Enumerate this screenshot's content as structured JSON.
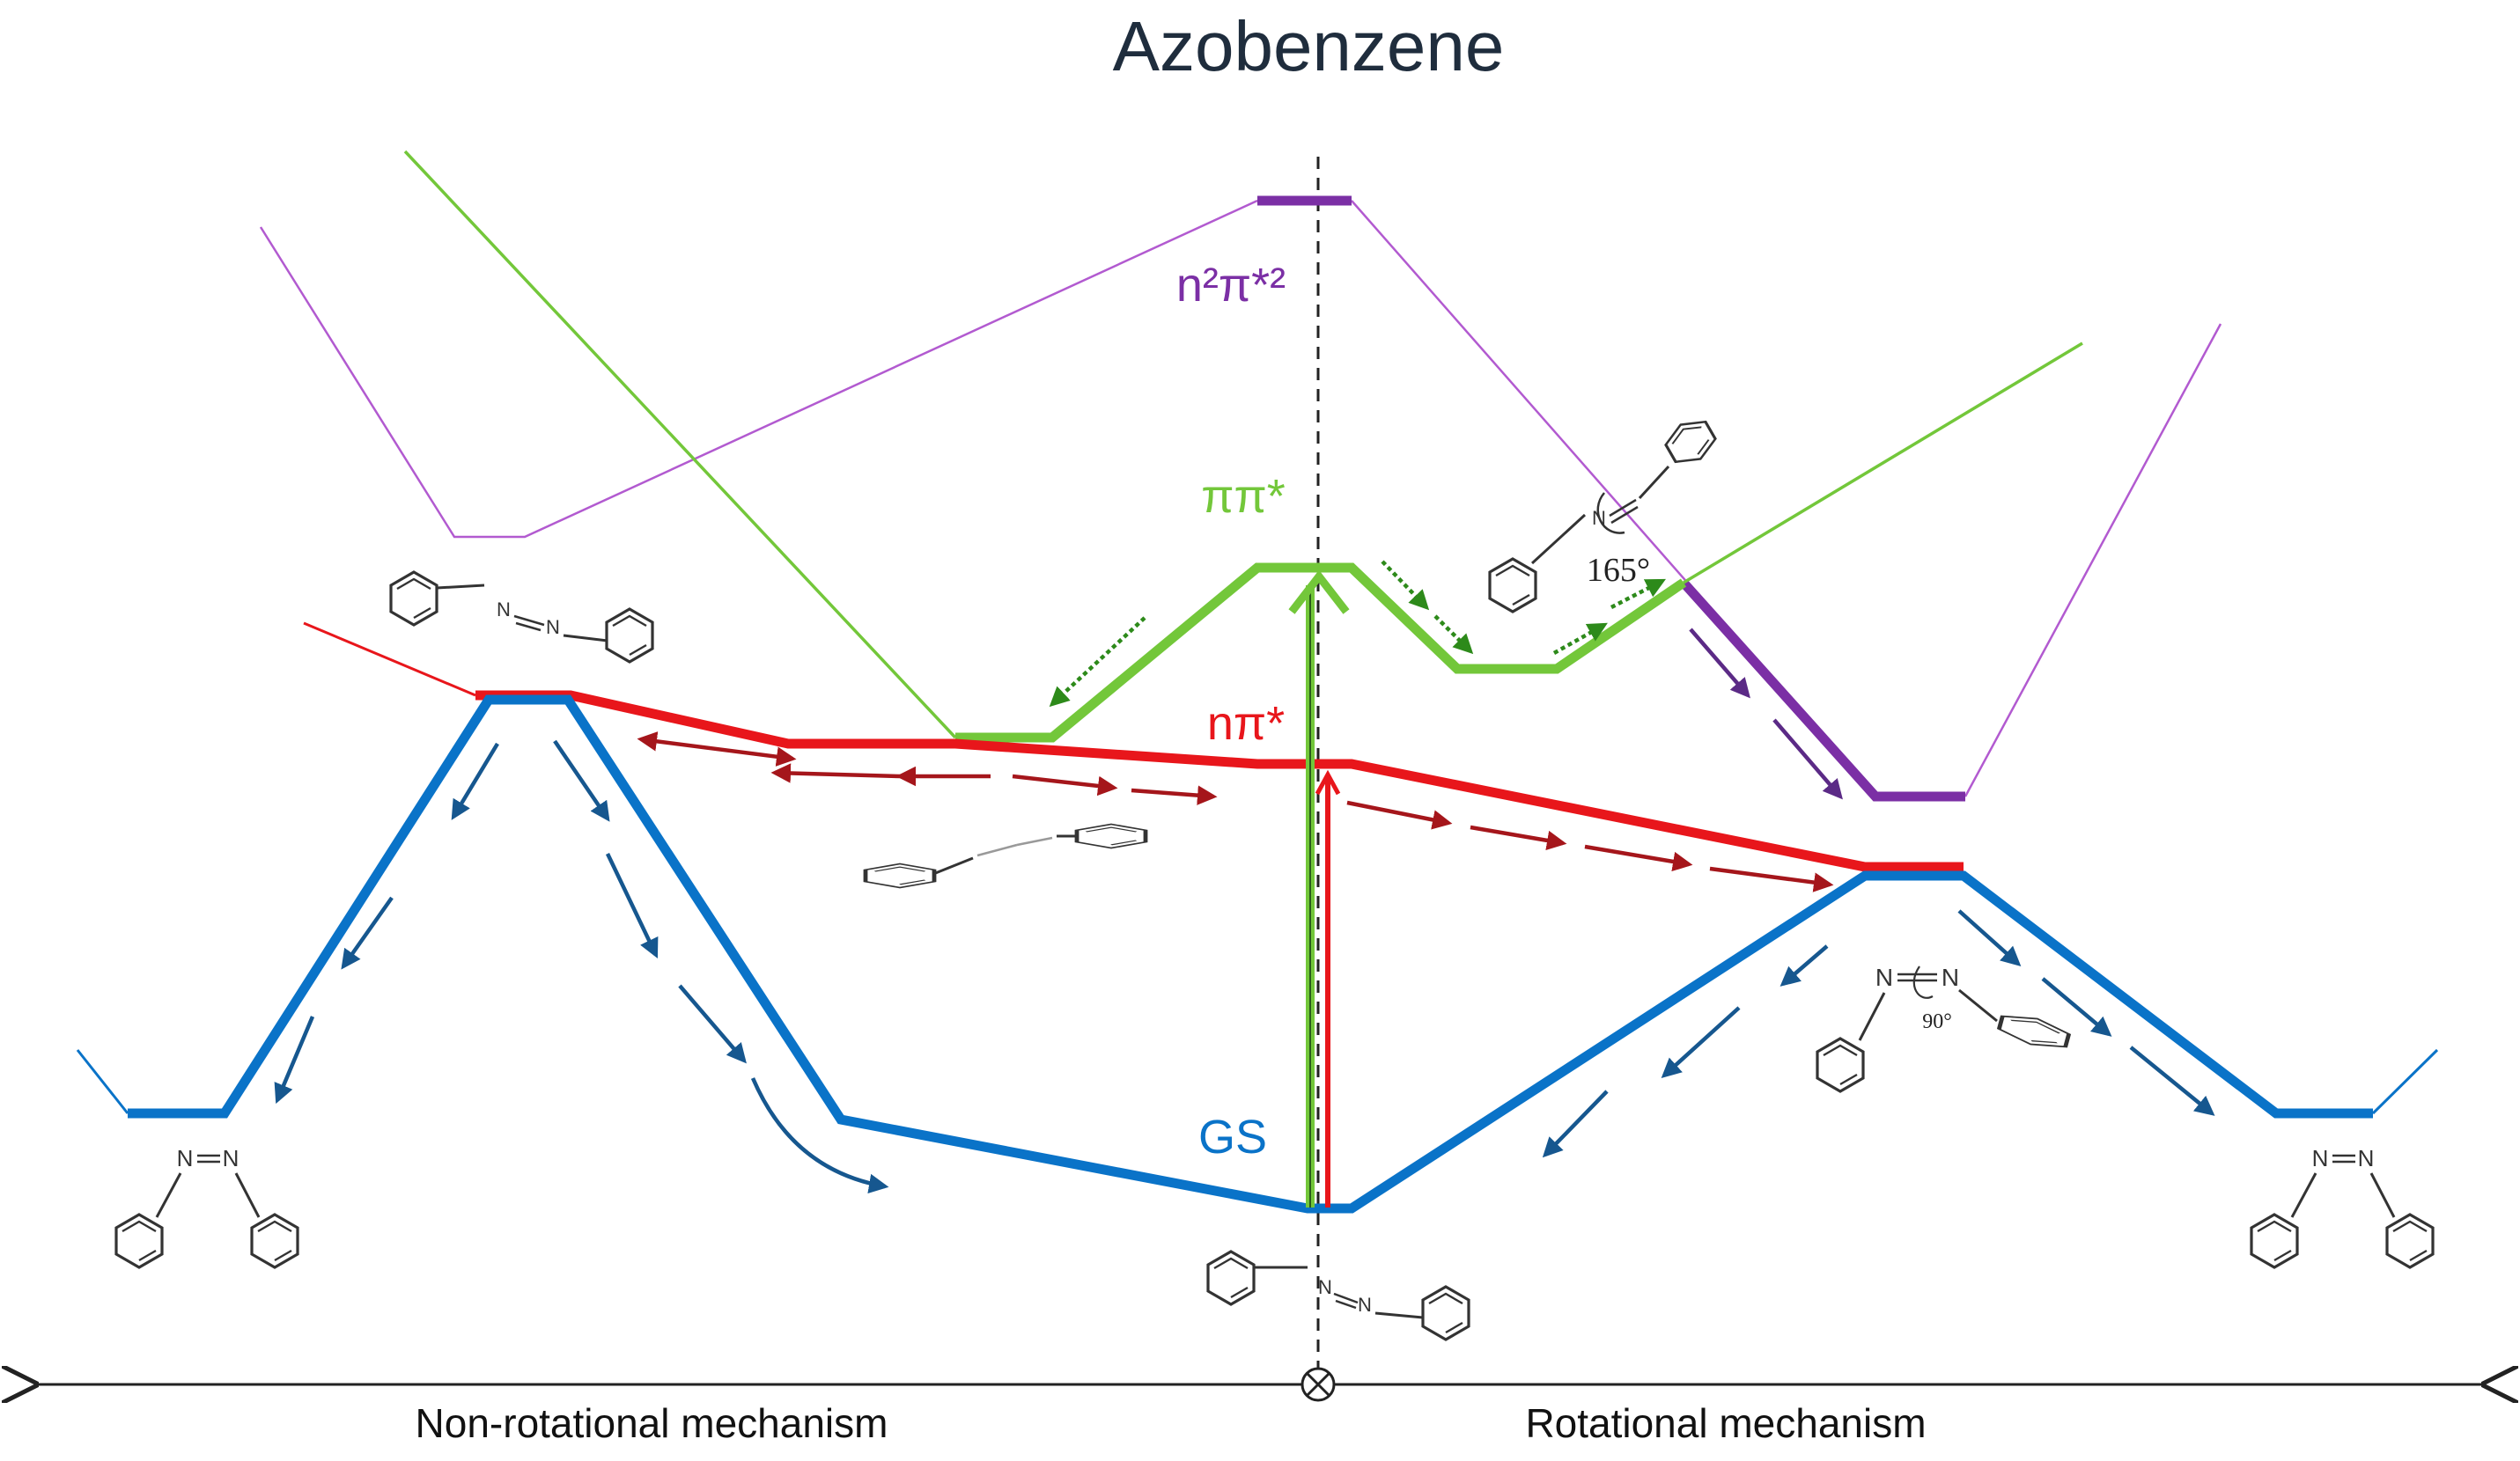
{
  "title": "Azobenzene",
  "states": {
    "n2pi2": {
      "label": "n²π*²",
      "color": "#7b2fa5"
    },
    "pipi": {
      "label": "ππ*",
      "color": "#73c73a"
    },
    "npi": {
      "label": "nπ*",
      "color": "#e8161b"
    },
    "gs": {
      "label": "GS",
      "color": "#0a73c8"
    }
  },
  "arrow_colors": {
    "gs_relax": "#16578f",
    "npi_path": "#a5161b",
    "pipi_path": "#2d8a1a",
    "n2pi2_relax": "#5b2a86"
  },
  "angles": {
    "angle_165": "165°",
    "angle_90": "90°"
  },
  "atom_label": "N",
  "axis": {
    "left_label": "Non-rotational mechanism",
    "right_label": "Rotational mechanism",
    "center_symbol": "⊗"
  }
}
